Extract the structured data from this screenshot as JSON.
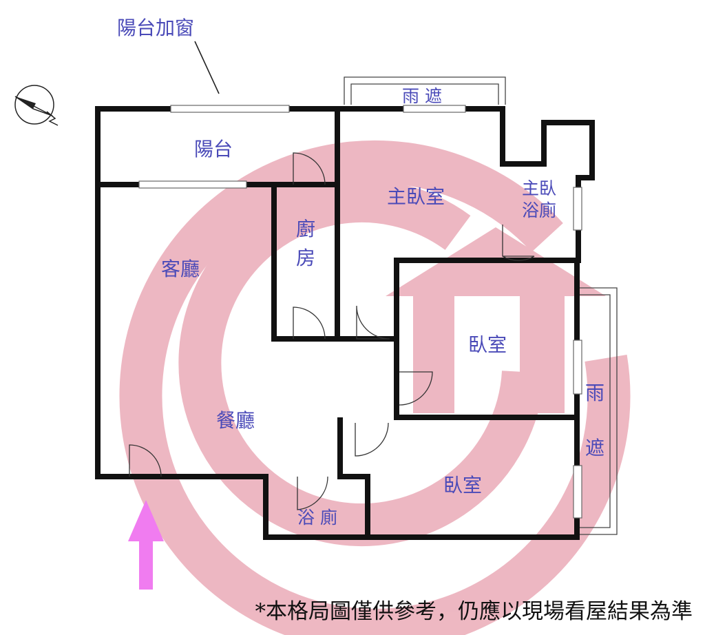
{
  "annotation": {
    "balcony_window": "陽台加窗"
  },
  "rooms": {
    "balcony": "陽台",
    "rain_shelter_top": "雨 遮",
    "master_bedroom": "主臥室",
    "master_bath_line1": "主臥",
    "master_bath_line2": "浴廁",
    "kitchen_line1": "廚",
    "kitchen_line2": "房",
    "living_room": "客廳",
    "bedroom_1": "臥室",
    "rain_shelter_right_line1": "雨",
    "rain_shelter_right_line2": "遮",
    "dining_room": "餐廳",
    "bedroom_2": "臥室",
    "bathroom": "浴 廁"
  },
  "disclaimer": "*本格局圖僅供參考，仍應以現場看屋結果為準",
  "colors": {
    "text": "#4a4ab8",
    "watermark": "#e8a0ae",
    "entrance_arrow": "#f07cf0",
    "wall": "#111111"
  },
  "icons": {
    "compass": "compass-icon",
    "entrance": "entrance-arrow-icon",
    "watermark": "watermark-logo"
  }
}
